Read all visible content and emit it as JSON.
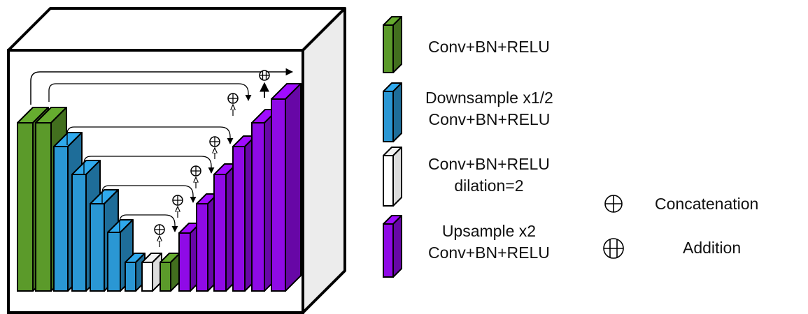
{
  "colors": {
    "conv": "#5b9a2a",
    "down": "#2a97d4",
    "dilation": "#ffffff",
    "up": "#8f0ae6",
    "outline": "#000000",
    "box_front": "#ffffff",
    "box_top": "#ffffff",
    "box_side": "#ececec"
  },
  "legend": {
    "conv": "Conv+BN+RELU",
    "down_line1": "Downsample x1/2",
    "down_line2": "Conv+BN+RELU",
    "dilation_line1": "Conv+BN+RELU",
    "dilation_line2": "dilation=2",
    "up_line1": "Upsample x2",
    "up_line2": "Conv+BN+RELU",
    "concatenation": "Concatenation",
    "addition": "Addition"
  },
  "icons": {
    "concatenation": "circle-plus-icon",
    "addition": "circle-plus-with-arrow-icon"
  },
  "network": {
    "blocks_in_order": [
      "conv",
      "conv",
      "down",
      "down",
      "down",
      "down",
      "down",
      "dilation",
      "conv",
      "up",
      "up",
      "up",
      "up",
      "up",
      "up"
    ],
    "skip_connections": [
      "addition",
      "concatenation",
      "concatenation",
      "concatenation",
      "concatenation",
      "concatenation"
    ]
  }
}
